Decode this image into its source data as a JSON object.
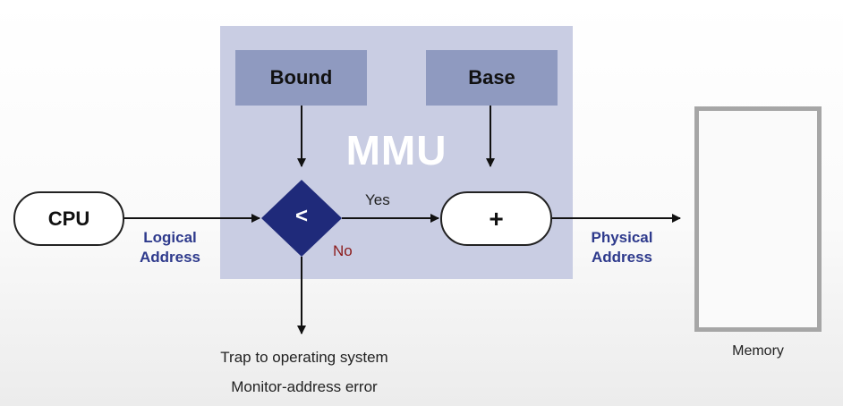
{
  "mmu": {
    "label": "MMU"
  },
  "registers": {
    "bound": "Bound",
    "base": "Base"
  },
  "cpu": {
    "label": "CPU"
  },
  "comparator": {
    "symbol": "<",
    "yes_label": "Yes",
    "no_label": "No"
  },
  "adder": {
    "symbol": "+"
  },
  "edges": {
    "logical_address": {
      "line1": "Logical",
      "line2": "Address"
    },
    "physical_address": {
      "line1": "Physical",
      "line2": "Address"
    }
  },
  "memory": {
    "label": "Memory"
  },
  "trap": {
    "line1": "Trap to operating system",
    "line2": "Monitor-address error"
  },
  "colors": {
    "mmu_panel": "#c9cde3",
    "register_fill": "#8f9ac0",
    "comparator_fill": "#1f2a7a",
    "edge_label": "#2e3a8c",
    "no_label": "#8b1a1a",
    "memory_border": "#a6a6a6"
  }
}
